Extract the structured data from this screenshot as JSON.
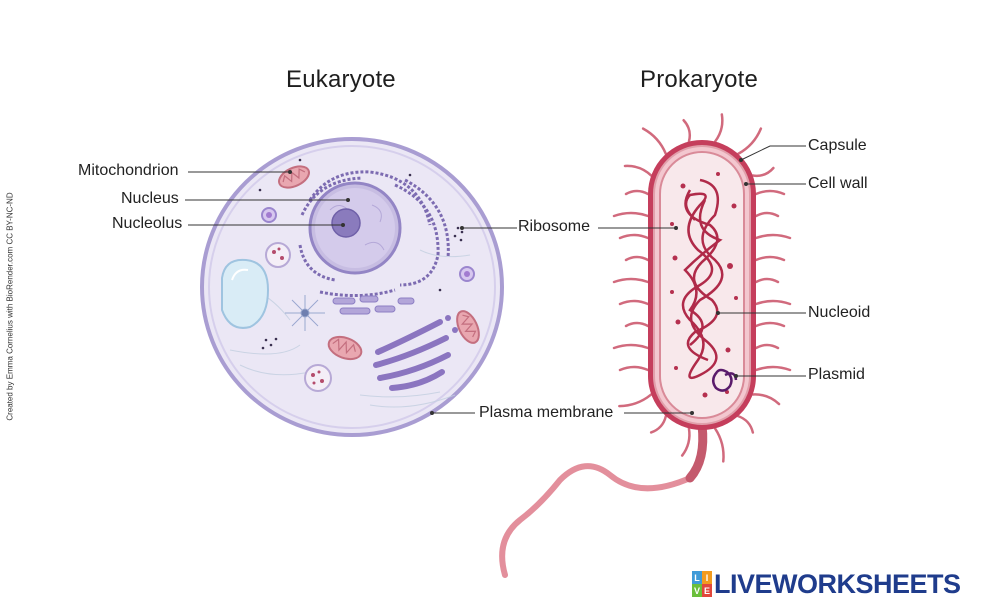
{
  "titles": {
    "eukaryote": "Eukaryote",
    "prokaryote": "Prokaryote"
  },
  "eukaryote_labels": {
    "mitochondrion": "Mitochondrion",
    "nucleus": "Nucleus",
    "nucleolus": "Nucleolus"
  },
  "shared_labels": {
    "ribosome": "Ribosome",
    "plasma_membrane": "Plasma membrane"
  },
  "prokaryote_labels": {
    "capsule": "Capsule",
    "cell_wall": "Cell wall",
    "nucleoid": "Nucleoid",
    "plasmid": "Plasmid"
  },
  "credit": "Created by Emma Cornelius with BioRender.com CC BY-NC-ND",
  "brand": {
    "text": "LIVEWORKSHEETS",
    "logo_letters": [
      "L",
      "I",
      "V",
      "E"
    ]
  },
  "colors": {
    "euk_membrane": "#a79bd0",
    "euk_cytoplasm": "#ece8f6",
    "nucleus": "#c9bfe3",
    "pro_capsule": "#c2415c",
    "pro_cytoplasm": "#f7e3e6",
    "flagellum": "#e08a97",
    "brand_blue": "#1f3c8c"
  }
}
